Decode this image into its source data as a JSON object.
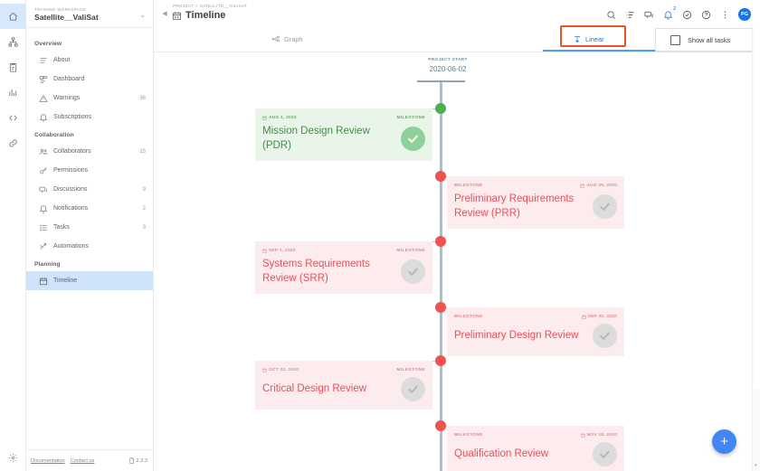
{
  "rail": {
    "items": [
      {
        "name": "home-icon",
        "active": true
      },
      {
        "name": "sitemap-icon",
        "active": false
      },
      {
        "name": "clipboard-icon",
        "active": false
      },
      {
        "name": "analytics-icon",
        "active": false
      },
      {
        "name": "code-icon",
        "active": false
      },
      {
        "name": "link-icon",
        "active": false
      }
    ],
    "bottom": {
      "name": "settings-icon"
    }
  },
  "sidebar": {
    "workspace_kicker": "TRAINING WORKSPACE",
    "workspace_name": "Satellite__ValiSat",
    "sections": [
      {
        "label": "Overview",
        "items": [
          {
            "label": "About",
            "count": "",
            "icon": "list-icon",
            "active": false
          },
          {
            "label": "Dashboard",
            "count": "",
            "icon": "dashboard-icon",
            "active": false
          },
          {
            "label": "Warnings",
            "count": "36",
            "icon": "warning-icon",
            "active": false
          },
          {
            "label": "Subscriptions",
            "count": "",
            "icon": "bell-icon",
            "active": false
          }
        ]
      },
      {
        "label": "Collaboration",
        "items": [
          {
            "label": "Collaborators",
            "count": "15",
            "icon": "people-icon",
            "active": false
          },
          {
            "label": "Permissions",
            "count": "",
            "icon": "key-icon",
            "active": false
          },
          {
            "label": "Discussions",
            "count": "9",
            "icon": "chat-icon",
            "active": false
          },
          {
            "label": "Notifications",
            "count": "2",
            "icon": "bell-icon",
            "active": false
          },
          {
            "label": "Tasks",
            "count": "3",
            "icon": "tasks-icon",
            "active": false
          },
          {
            "label": "Automations",
            "count": "",
            "icon": "automation-icon",
            "active": false
          }
        ]
      },
      {
        "label": "Planning",
        "items": [
          {
            "label": "Timeline",
            "count": "",
            "icon": "calendar-icon",
            "active": true
          }
        ]
      }
    ],
    "footer": {
      "documentation": "Documentation",
      "contact": "Contact us",
      "version": "2.2.3"
    }
  },
  "header": {
    "breadcrumb": "PROJECT > SATELLITE__VALISAT",
    "title": "Timeline",
    "icons": [
      {
        "name": "search-icon",
        "blue": false,
        "badge": ""
      },
      {
        "name": "filter-list-icon",
        "blue": false,
        "badge": ""
      },
      {
        "name": "chat-icon",
        "blue": false,
        "badge": ""
      },
      {
        "name": "notifications-bell-icon",
        "blue": true,
        "badge": "2"
      },
      {
        "name": "check-circle-icon",
        "blue": false,
        "badge": ""
      },
      {
        "name": "help-icon",
        "blue": false,
        "badge": ""
      },
      {
        "name": "more-vertical-icon",
        "blue": false,
        "badge": ""
      }
    ],
    "avatar_initials": "PG"
  },
  "tabs": {
    "graph_label": "Graph",
    "linear_label": "Linear",
    "active": "Linear",
    "show_all_tasks_label": "Show all tasks",
    "show_all_tasks_checked": false
  },
  "timeline": {
    "start_label": "PROJECT START",
    "start_date": "2020-06-02",
    "milestone_type_label": "MILESTONE",
    "colors": {
      "done_green": "#4caf50",
      "pending_red": "#ef5350",
      "accent_blue": "#4285f4",
      "highlight_orange": "#e8552a"
    },
    "events": [
      {
        "title": "Mission Design Review (PDR)",
        "date": "AUG 1, 2020",
        "type": "MILESTONE",
        "side": "left",
        "status": "done",
        "color": "green"
      },
      {
        "title": "Preliminary Requirements Review (PRR)",
        "date": "AUG 29, 2020",
        "type": "MILESTONE",
        "side": "right",
        "status": "todo",
        "color": "red"
      },
      {
        "title": "Systems Requirements Review (SRR)",
        "date": "SEP 1, 2020",
        "type": "MILESTONE",
        "side": "left",
        "status": "todo",
        "color": "red"
      },
      {
        "title": "Preliminary Design Review",
        "date": "SEP 30, 2020",
        "type": "MILESTONE",
        "side": "right",
        "status": "todo",
        "color": "red"
      },
      {
        "title": "Critical Design Review",
        "date": "OCT 22, 2020",
        "type": "MILESTONE",
        "side": "left",
        "status": "todo",
        "color": "red"
      },
      {
        "title": "Qualification Review",
        "date": "NOV 18, 2020",
        "type": "MILESTONE",
        "side": "right",
        "status": "todo",
        "color": "red"
      }
    ]
  },
  "fab": {
    "label": "+"
  }
}
